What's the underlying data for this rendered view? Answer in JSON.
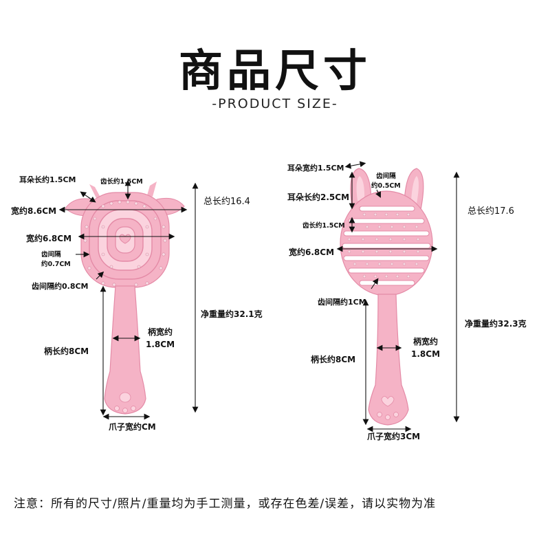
{
  "header": {
    "title": "商品尺寸",
    "subtitle": "-PRODUCT SIZE-"
  },
  "left_product": {
    "labels": {
      "ear_length": "耳朵长约1.5CM",
      "tooth_length": "齿长约1.5CM",
      "width_outer": "宽约8.6CM",
      "width_inner": "宽约6.8CM",
      "tooth_gap_a": "齿间隔\n约0.7CM",
      "tooth_gap_b": "齿间隔约0.8CM",
      "total_length": "总长约16.4",
      "net_weight": "净重量约32.1克",
      "handle_length": "柄长约8CM",
      "handle_width": "柄宽约\n1.8CM",
      "paw_width": "爪子宽约CM"
    }
  },
  "right_product": {
    "labels": {
      "ear_width": "耳朵宽约1.5CM",
      "ear_length": "耳朵长约2.5CM",
      "tooth_gap_a": "齿间隔\n约0.5CM",
      "tooth_length": "齿长约1.5CM",
      "width": "宽约6.8CM",
      "tooth_gap_b": "齿间隔约1CM",
      "total_length": "总长约17.6",
      "net_weight": "净重量约32.3克",
      "handle_length": "柄长约8CM",
      "handle_width": "柄宽约\n1.8CM",
      "paw_width": "爪子宽约3CM"
    }
  },
  "footer": {
    "note": "注意：所有的尺寸/照片/重量均为手工测量，或存在色差/误差，请以实物为准"
  },
  "colors": {
    "brush_pink": "#f5b3c6",
    "brush_dark": "#e48aa6",
    "bristle": "#f7dbe3"
  }
}
